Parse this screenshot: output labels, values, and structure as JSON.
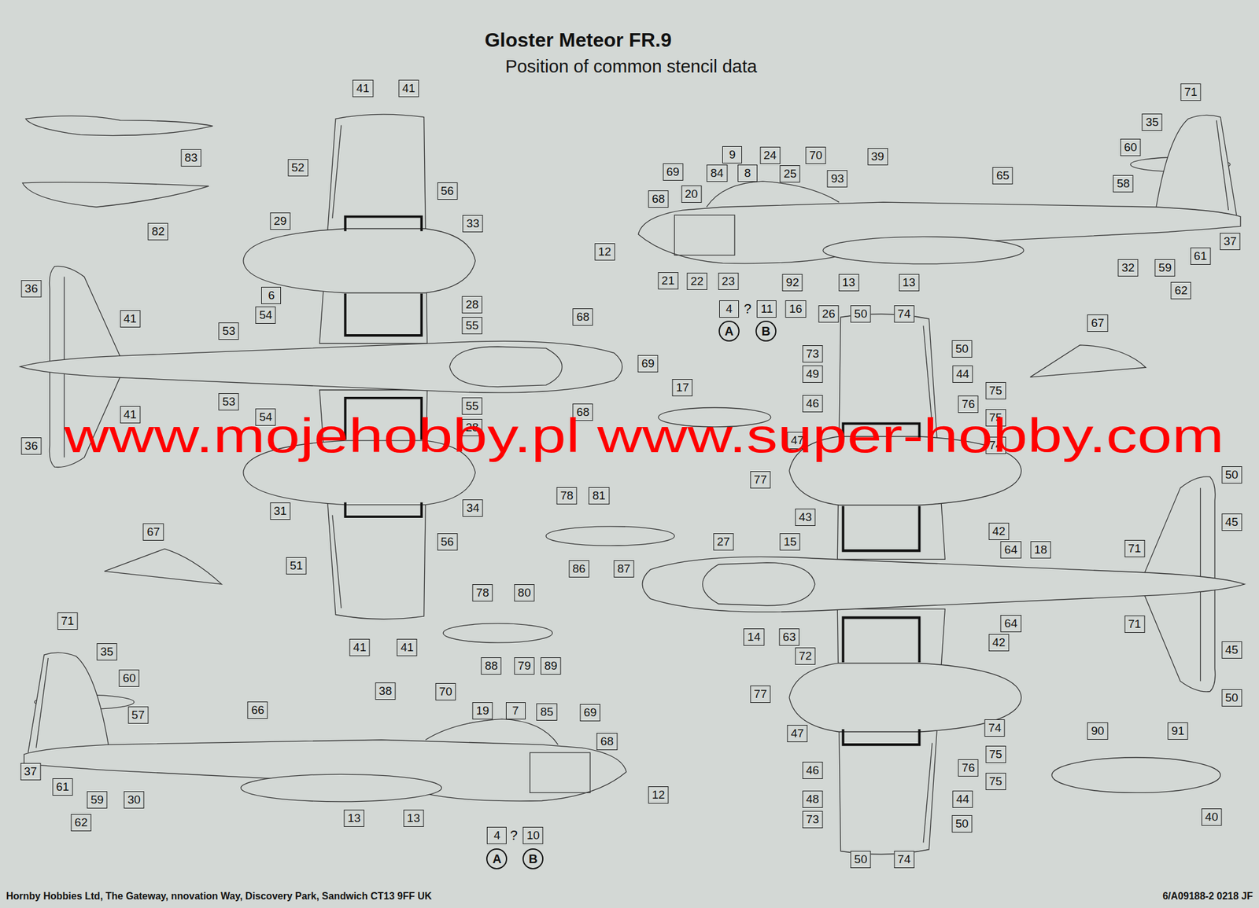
{
  "diagram": {
    "title": "Gloster Meteor FR.9",
    "labels": [
      "Position of common stencil data",
      "41",
      "41",
      "83",
      "52",
      "56",
      "82",
      "29",
      "33",
      "6",
      "28",
      "36",
      "41",
      "54",
      "53",
      "55",
      "68",
      "69",
      "53",
      "55",
      "41",
      "68",
      "54",
      "28",
      "36",
      "31",
      "34",
      "56",
      "51",
      "41",
      "41",
      "67",
      "71",
      "35",
      "60",
      "9",
      "24",
      "70",
      "39",
      "69",
      "84",
      "8",
      "25",
      "65",
      "93",
      "20",
      "68",
      "58",
      "12",
      "37",
      "21",
      "22",
      "23",
      "92",
      "13",
      "13",
      "32",
      "59",
      "61",
      "62",
      "4",
      "?",
      "11",
      "16",
      "A",
      "B",
      "26",
      "50",
      "74",
      "73",
      "50",
      "49",
      "44",
      "75",
      "46",
      "76",
      "75",
      "74",
      "47",
      "17",
      "67",
      "50",
      "77",
      "43",
      "45",
      "42",
      "27",
      "15",
      "71",
      "64",
      "18",
      "64",
      "71",
      "42",
      "14",
      "63",
      "45",
      "72",
      "50",
      "77",
      "74",
      "47",
      "75",
      "46",
      "76",
      "75",
      "48",
      "44",
      "73",
      "50",
      "50",
      "74",
      "78",
      "81",
      "86",
      "87",
      "78",
      "80",
      "88",
      "79",
      "89",
      "90",
      "91",
      "40",
      "71",
      "35",
      "60",
      "57",
      "66",
      "38",
      "70",
      "19",
      "7",
      "85",
      "69",
      "68",
      "37",
      "61",
      "62",
      "59",
      "30",
      "13",
      "13",
      "12",
      "4",
      "?",
      "10",
      "A",
      "B",
      "www.mojehobby.pl www.super-hobby.com",
      "Hornby Hobbies Ltd, The Gateway, nnovation Way, Discovery Park, Sandwich CT13 9FF UK",
      "6/A09188-2 0218 JF"
    ]
  }
}
